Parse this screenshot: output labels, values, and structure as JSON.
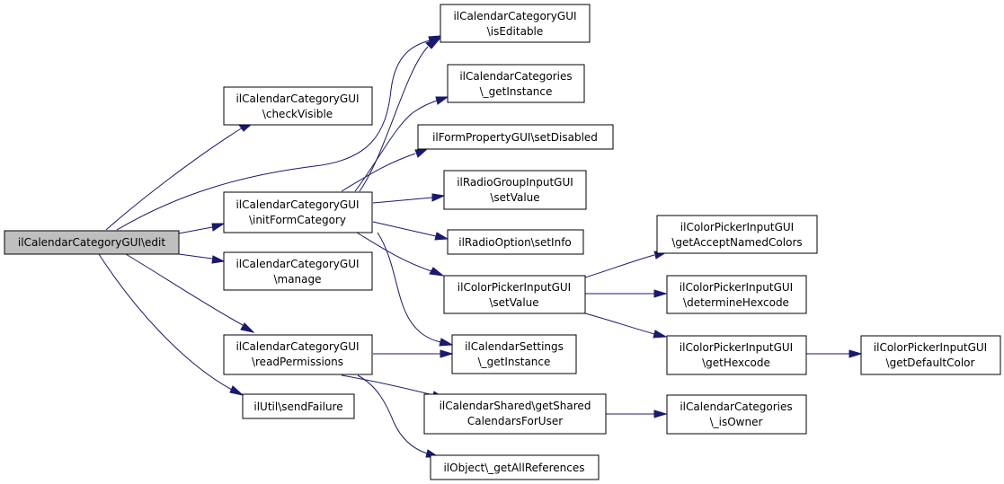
{
  "nodes": [
    {
      "id": "edit",
      "lines": [
        "ilCalendarCategoryGUI\\edit"
      ],
      "root": true
    },
    {
      "id": "checkVisible",
      "lines": [
        "ilCalendarCategoryGUI",
        "\\checkVisible"
      ]
    },
    {
      "id": "initFormCategory",
      "lines": [
        "ilCalendarCategoryGUI",
        "\\initFormCategory"
      ]
    },
    {
      "id": "manage",
      "lines": [
        "ilCalendarCategoryGUI",
        "\\manage"
      ]
    },
    {
      "id": "readPermissions",
      "lines": [
        "ilCalendarCategoryGUI",
        "\\readPermissions"
      ]
    },
    {
      "id": "sendFailure",
      "lines": [
        "ilUtil\\sendFailure"
      ]
    },
    {
      "id": "isEditable",
      "lines": [
        "ilCalendarCategoryGUI",
        "\\isEditable"
      ]
    },
    {
      "id": "catsGetInstance",
      "lines": [
        "ilCalendarCategories",
        "\\_getInstance"
      ]
    },
    {
      "id": "setDisabled",
      "lines": [
        "ilFormPropertyGUI\\setDisabled"
      ]
    },
    {
      "id": "radioSetValue",
      "lines": [
        "ilRadioGroupInputGUI",
        "\\setValue"
      ]
    },
    {
      "id": "setInfo",
      "lines": [
        "ilRadioOption\\setInfo"
      ]
    },
    {
      "id": "colorSetValue",
      "lines": [
        "ilColorPickerInputGUI",
        "\\setValue"
      ]
    },
    {
      "id": "settingsGetInstance",
      "lines": [
        "ilCalendarSettings",
        "\\_getInstance"
      ]
    },
    {
      "id": "getShared",
      "lines": [
        "ilCalendarShared\\getShared",
        "CalendarsForUser"
      ]
    },
    {
      "id": "getAllRefs",
      "lines": [
        "ilObject\\_getAllReferences"
      ]
    },
    {
      "id": "acceptNamed",
      "lines": [
        "ilColorPickerInputGUI",
        "\\getAcceptNamedColors"
      ]
    },
    {
      "id": "determineHex",
      "lines": [
        "ilColorPickerInputGUI",
        "\\determineHexcode"
      ]
    },
    {
      "id": "getHex",
      "lines": [
        "ilColorPickerInputGUI",
        "\\getHexcode"
      ]
    },
    {
      "id": "isOwner",
      "lines": [
        "ilCalendarCategories",
        "\\_isOwner"
      ]
    },
    {
      "id": "defaultColor",
      "lines": [
        "ilColorPickerInputGUI",
        "\\getDefaultColor"
      ]
    }
  ],
  "edges": [
    [
      "edit",
      "checkVisible"
    ],
    [
      "edit",
      "initFormCategory"
    ],
    [
      "edit",
      "isEditable"
    ],
    [
      "edit",
      "manage"
    ],
    [
      "edit",
      "readPermissions"
    ],
    [
      "edit",
      "sendFailure"
    ],
    [
      "initFormCategory",
      "isEditable"
    ],
    [
      "initFormCategory",
      "catsGetInstance"
    ],
    [
      "initFormCategory",
      "setDisabled"
    ],
    [
      "initFormCategory",
      "radioSetValue"
    ],
    [
      "initFormCategory",
      "setInfo"
    ],
    [
      "initFormCategory",
      "colorSetValue"
    ],
    [
      "initFormCategory",
      "settingsGetInstance"
    ],
    [
      "readPermissions",
      "settingsGetInstance"
    ],
    [
      "readPermissions",
      "getShared"
    ],
    [
      "readPermissions",
      "getAllRefs"
    ],
    [
      "colorSetValue",
      "acceptNamed"
    ],
    [
      "colorSetValue",
      "determineHex"
    ],
    [
      "colorSetValue",
      "getHex"
    ],
    [
      "getHex",
      "defaultColor"
    ],
    [
      "getShared",
      "isOwner"
    ]
  ]
}
